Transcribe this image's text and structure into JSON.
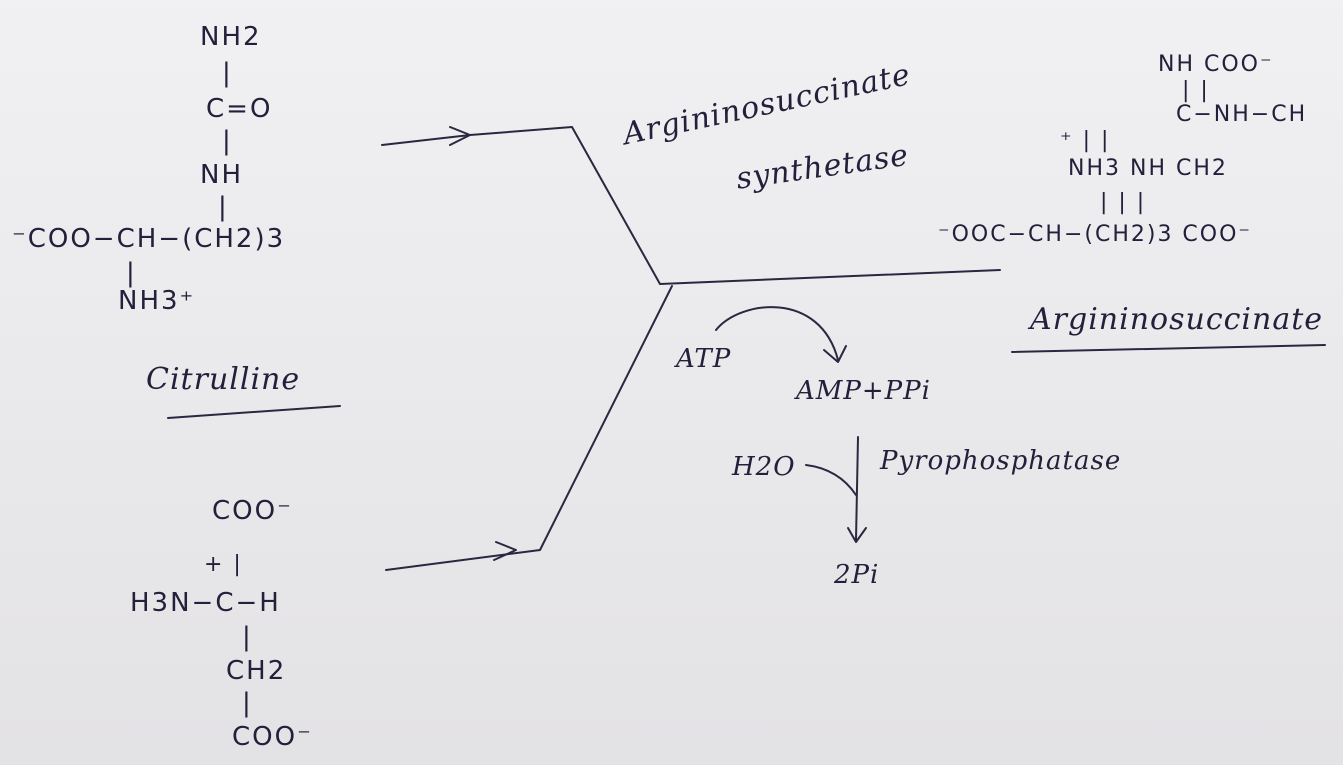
{
  "citrulline": {
    "l1": "NH2",
    "l2": "|",
    "l3": "C=O",
    "l4": "|",
    "l5": "NH",
    "l6": "|",
    "l7": "⁻COO−CH−(CH2)3",
    "l8": "|",
    "l9": "NH3⁺",
    "name": "Citrulline"
  },
  "aspartate": {
    "l1": "COO⁻",
    "l2": "+  |",
    "l3": "H3N−C−H",
    "l4": "|",
    "l5": "CH2",
    "l6": "|",
    "l7": "COO⁻"
  },
  "enzyme": {
    "line1": "Argininosuccinate",
    "line2": "synthetase"
  },
  "cofactors": {
    "atp": "ATP",
    "amp_ppi": "AMP+PPi",
    "water": "H2O",
    "pyrophosphatase": "Pyrophosphatase",
    "two_pi": "2Pi"
  },
  "product": {
    "l1": "NH       COO⁻",
    "l2": "|            |",
    "l3": "C−NH−CH",
    "l4": "⁺          |            |",
    "l5": "NH3   NH      CH2",
    "l6": "|          |             |",
    "l7": "⁻OOC−CH−(CH2)3   COO⁻",
    "name": "Argininosuccinate"
  }
}
